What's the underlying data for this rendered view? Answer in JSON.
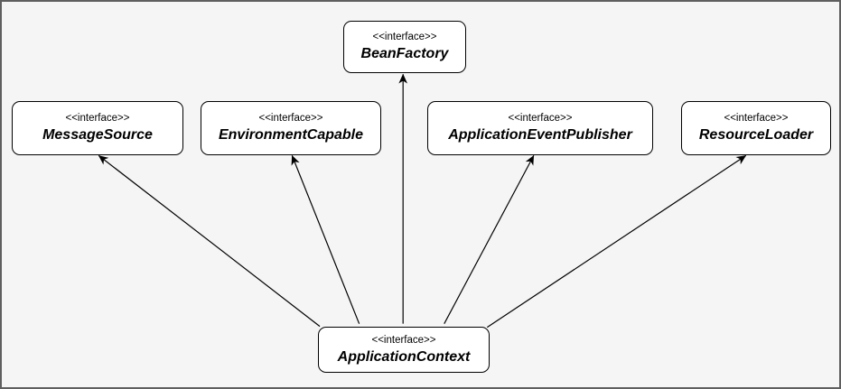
{
  "diagram": {
    "stereotype": "<<interface>>",
    "nodes": [
      {
        "name": "BeanFactory"
      },
      {
        "name": "MessageSource"
      },
      {
        "name": "EnvironmentCapable"
      },
      {
        "name": "ApplicationEventPublisher"
      },
      {
        "name": "ResourceLoader"
      },
      {
        "name": "ApplicationContext"
      }
    ],
    "edges": [
      {
        "from": "ApplicationContext",
        "to": "BeanFactory",
        "type": "directed-arrow"
      },
      {
        "from": "ApplicationContext",
        "to": "MessageSource",
        "type": "directed-arrow"
      },
      {
        "from": "ApplicationContext",
        "to": "EnvironmentCapable",
        "type": "directed-arrow"
      },
      {
        "from": "ApplicationContext",
        "to": "ApplicationEventPublisher",
        "type": "directed-arrow"
      },
      {
        "from": "ApplicationContext",
        "to": "ResourceLoader",
        "type": "directed-arrow"
      }
    ],
    "colors": {
      "background": "#f5f5f5",
      "node_fill": "#ffffff",
      "node_border": "#000000",
      "edge": "#000000",
      "frame": "#5f5f5f"
    }
  }
}
